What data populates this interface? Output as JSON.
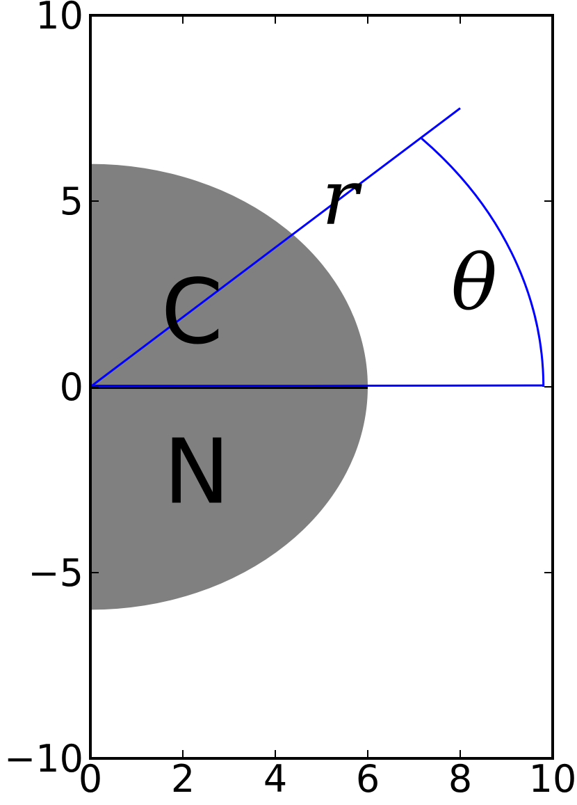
{
  "chart_data": {
    "type": "diagram",
    "xlim": [
      0,
      10
    ],
    "ylim": [
      -10,
      10
    ],
    "x_ticks": [
      0,
      2,
      4,
      6,
      8,
      10
    ],
    "y_ticks": [
      -10,
      -5,
      0,
      5,
      10
    ],
    "x_tick_labels": [
      "0",
      "2",
      "4",
      "6",
      "8",
      "10"
    ],
    "y_tick_labels": [
      "−10",
      "−5",
      "0",
      "5",
      "10"
    ],
    "grid": false,
    "shape": {
      "kind": "half-ellipse",
      "center": [
        0,
        0
      ],
      "semi_axis_x": 6,
      "semi_axis_y": 6,
      "fill_color": "#808080"
    },
    "divider": {
      "from": [
        0,
        0
      ],
      "to": [
        6,
        0
      ],
      "color": "#000000"
    },
    "regions": [
      {
        "label": "C",
        "x": 2.2,
        "y": 2.0
      },
      {
        "label": "N",
        "x": 2.3,
        "y": -2.3
      }
    ],
    "ray": {
      "origin": [
        0,
        0
      ],
      "end": [
        8.0,
        7.5
      ],
      "color": "#0000ff"
    },
    "arc": {
      "radius": 9.8,
      "from_deg": 0,
      "to_deg": 43,
      "color": "#0000ff"
    },
    "baseline": {
      "from": [
        0,
        0
      ],
      "to": [
        9.8,
        0
      ],
      "color": "#0000ff"
    },
    "annotations": [
      {
        "text": "r",
        "x": 5.4,
        "y": 5.1
      },
      {
        "text": "θ",
        "x": 8.3,
        "y": 2.8
      }
    ]
  }
}
